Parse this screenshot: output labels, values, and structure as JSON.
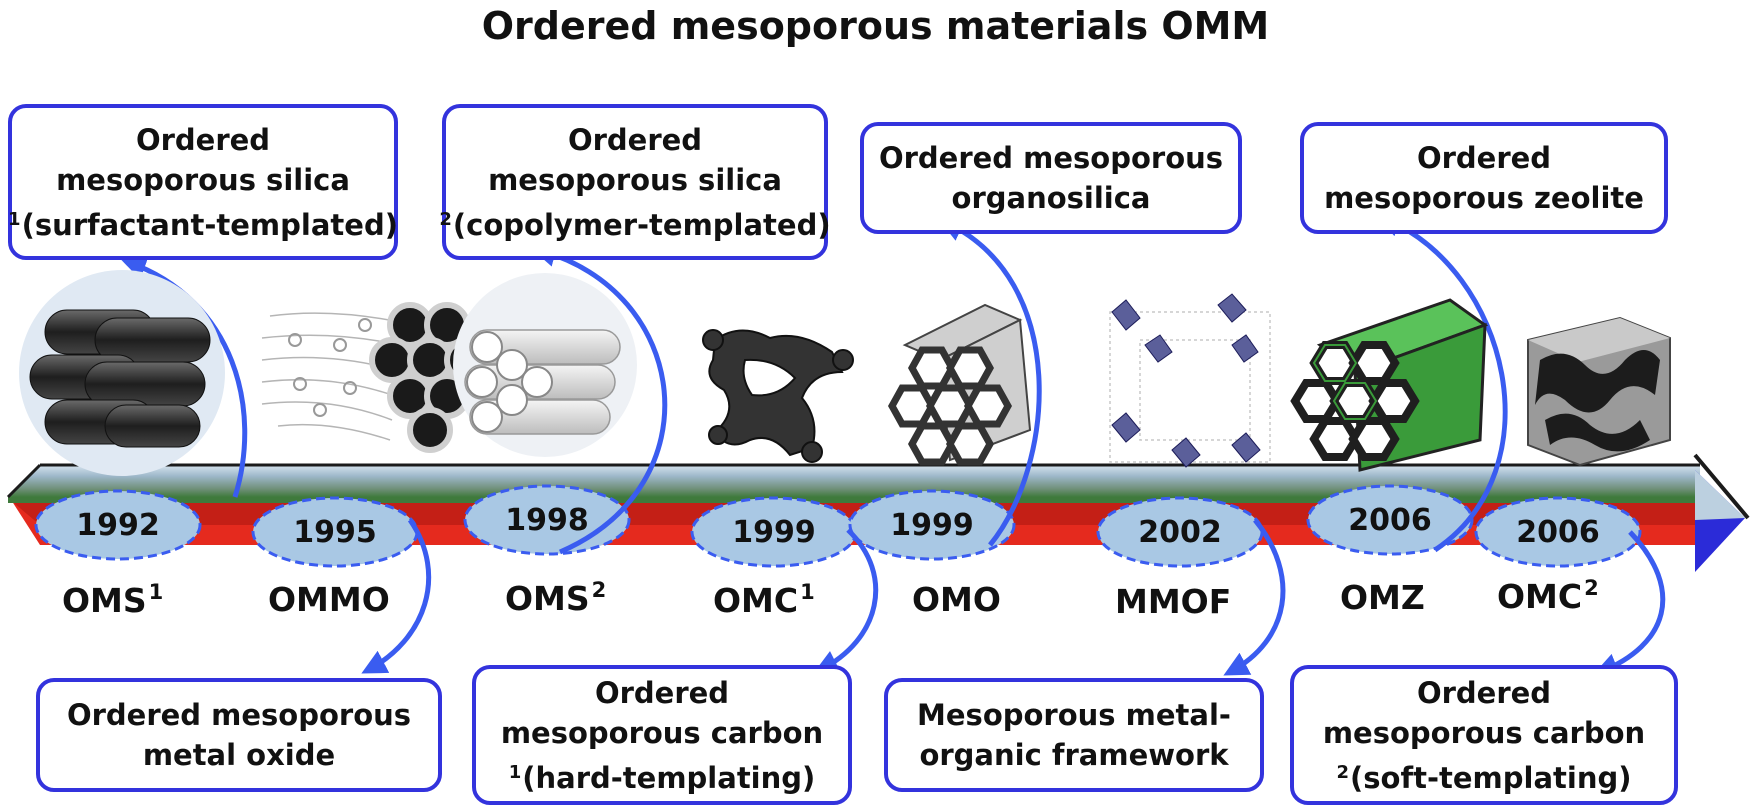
{
  "title": "Ordered mesoporous materials OMM",
  "top_boxes": [
    {
      "lines": [
        "Ordered",
        "mesoporous silica"
      ],
      "sup": "1",
      "note": "(surfactant-templated)"
    },
    {
      "lines": [
        "Ordered",
        "mesoporous silica"
      ],
      "sup": "2",
      "note": "(copolymer-templated)"
    },
    {
      "lines": [
        "Ordered mesoporous",
        "organosilica"
      ]
    },
    {
      "lines": [
        "Ordered",
        "mesoporous zeolite"
      ]
    }
  ],
  "bottom_boxes": [
    {
      "lines": [
        "Ordered mesoporous",
        "metal oxide"
      ]
    },
    {
      "lines": [
        "Ordered",
        "mesoporous carbon"
      ],
      "sup": "1",
      "note": "(hard-templating)"
    },
    {
      "lines": [
        "Mesoporous metal-",
        "organic framework"
      ]
    },
    {
      "lines": [
        "Ordered",
        "mesoporous carbon"
      ],
      "sup": "2",
      "note": "(soft-templating)"
    }
  ],
  "years": [
    "1992",
    "1995",
    "1998",
    "1999",
    "1999",
    "2002",
    "2006",
    "2006"
  ],
  "labels": [
    {
      "text": "OMS",
      "sup": "1"
    },
    {
      "text": "OMMO",
      "sup": ""
    },
    {
      "text": "OMS",
      "sup": "2"
    },
    {
      "text": "OMC",
      "sup": "1"
    },
    {
      "text": "OMO",
      "sup": ""
    },
    {
      "text": "MMOF",
      "sup": ""
    },
    {
      "text": "OMZ",
      "sup": ""
    },
    {
      "text": "OMC",
      "sup": "2"
    }
  ],
  "colors": {
    "box_border": "#3333dd",
    "arrow": "#3a5cf0",
    "ellipse_fill": "#a9c8e4",
    "band_red": "#e52a1e",
    "band_green": "#3f7a3c"
  }
}
